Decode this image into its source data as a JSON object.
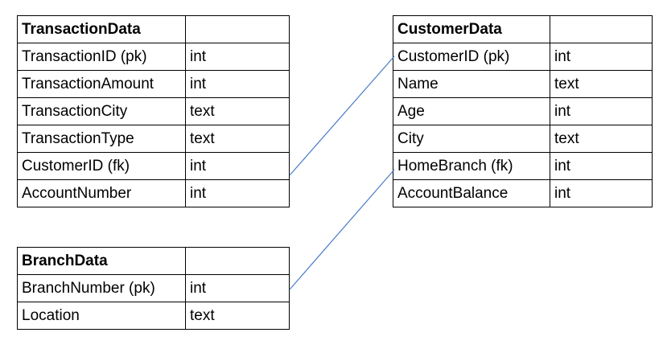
{
  "tables": {
    "transaction": {
      "title": "TransactionData",
      "rows": [
        {
          "name": "TransactionID (pk)",
          "type": "int"
        },
        {
          "name": "TransactionAmount",
          "type": "int"
        },
        {
          "name": "TransactionCity",
          "type": "text"
        },
        {
          "name": "TransactionType",
          "type": "text"
        },
        {
          "name": "CustomerID (fk)",
          "type": "int"
        },
        {
          "name": "AccountNumber",
          "type": "int"
        }
      ]
    },
    "branch": {
      "title": "BranchData",
      "rows": [
        {
          "name": "BranchNumber (pk)",
          "type": "int"
        },
        {
          "name": "Location",
          "type": "text"
        }
      ]
    },
    "customer": {
      "title": "CustomerData",
      "rows": [
        {
          "name": "CustomerID (pk)",
          "type": "int"
        },
        {
          "name": "Name",
          "type": "text"
        },
        {
          "name": "Age",
          "type": "int"
        },
        {
          "name": "City",
          "type": "text"
        },
        {
          "name": "HomeBranch (fk)",
          "type": "int"
        },
        {
          "name": "AccountBalance",
          "type": "int"
        }
      ]
    }
  },
  "relations": [
    {
      "from": "TransactionData.CustomerID (fk)",
      "to": "CustomerData.CustomerID (pk)"
    },
    {
      "from": "BranchData.BranchNumber (pk)",
      "to": "CustomerData.HomeBranch (fk)"
    }
  ],
  "colors": {
    "relation_line": "#4a7bc8",
    "border": "#000000"
  }
}
